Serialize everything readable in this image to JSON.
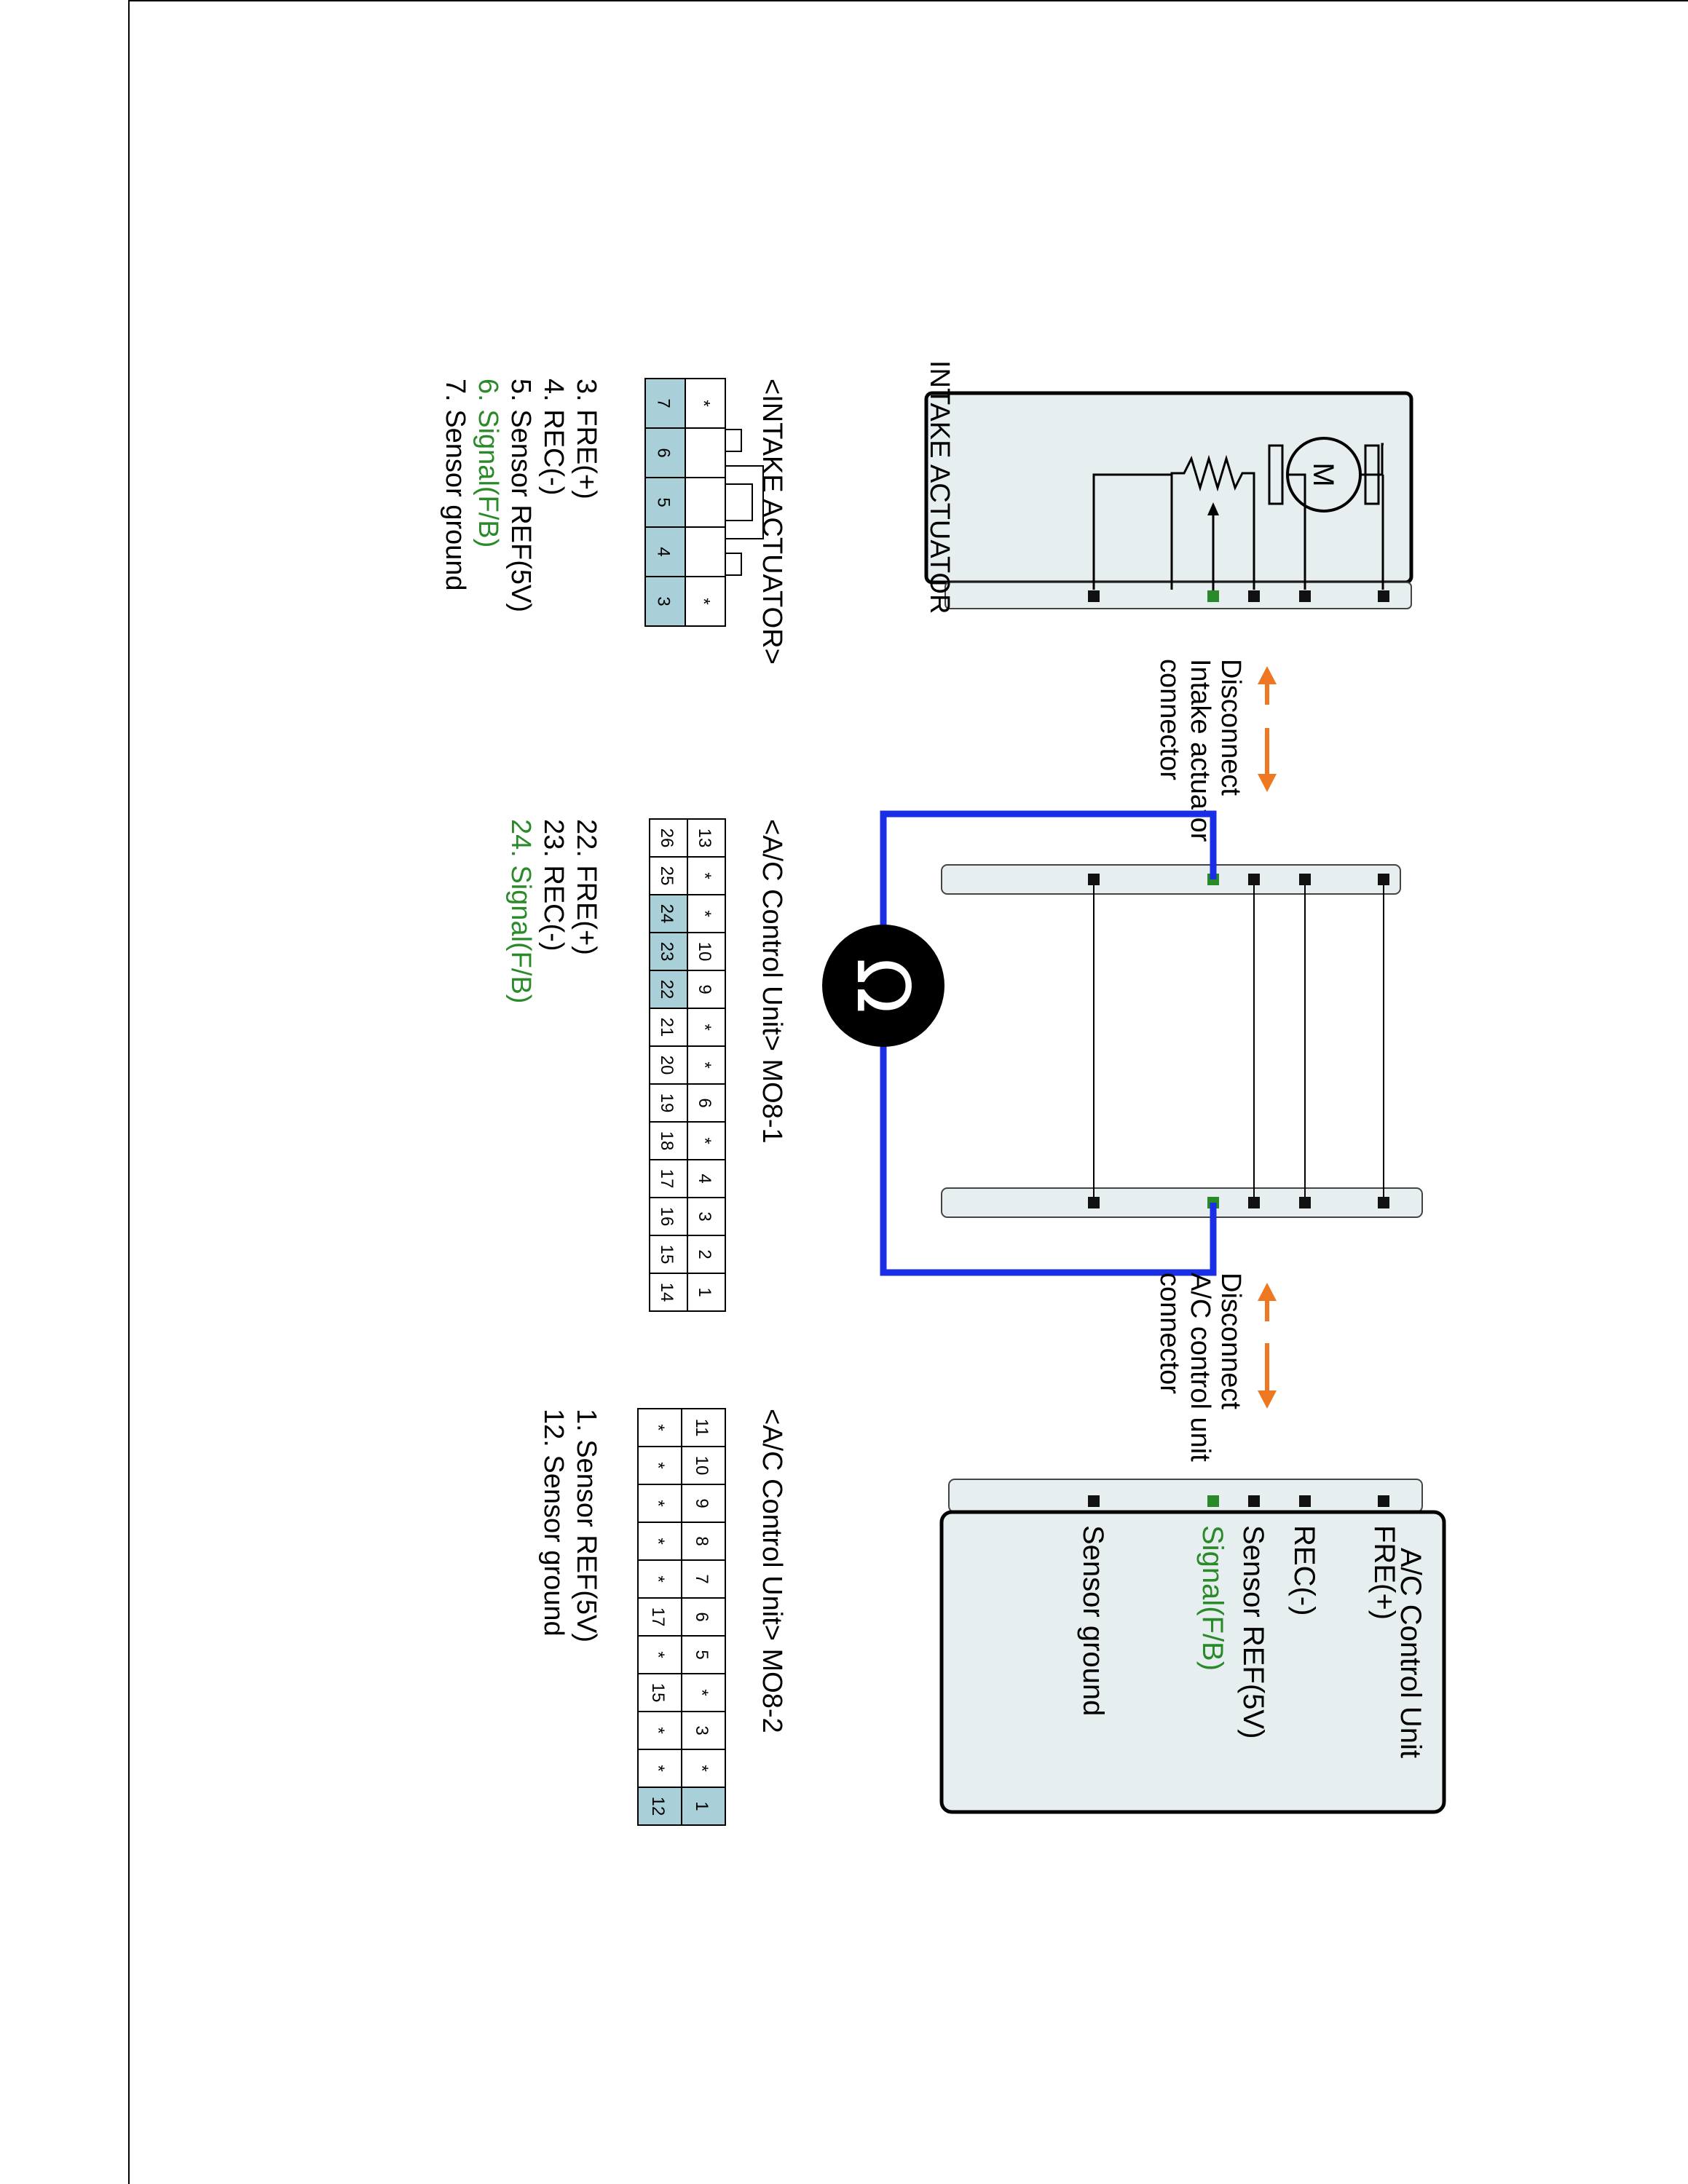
{
  "colors": {
    "box_fill": "#e7eeef",
    "pin_highlight": "#a9cfd8",
    "signal_green": "#2a8a2a",
    "meter_blue": "#1a2ee6",
    "arrow_orange": "#ee7722"
  },
  "intake_actuator": {
    "title": "INTAKE ACTUATOR",
    "motor_symbol": "M"
  },
  "disconnect_1": {
    "lines": [
      "Disconnect",
      "Intake actuator",
      "connector"
    ]
  },
  "disconnect_2": {
    "lines": [
      "Disconnect",
      "A/C control unit",
      "connector"
    ]
  },
  "meter_icon": "ohmmeter-icon",
  "ac_control_unit": {
    "title": "A/C Control Unit",
    "pins": [
      "FRE(+)",
      "REC(-)",
      "Sensor REF(5V)",
      "Signal(F/B)",
      "Sensor ground"
    ]
  },
  "intake_connector": {
    "title": "<INTAKE ACTUATOR>",
    "top_row": [
      "*",
      "",
      "",
      "",
      "*"
    ],
    "bottom_row": [
      "7",
      "6",
      "5",
      "4",
      "3"
    ],
    "legend": [
      "3. FRE(+)",
      "4.  REC(-)",
      "5. Sensor REF(5V)",
      "6. Signal(F/B)",
      "7. Sensor ground"
    ]
  },
  "mo8_1": {
    "title": "<A/C Control Unit> MO8-1",
    "row_top": [
      "13",
      "*",
      "*",
      "10",
      "9",
      "*",
      "*",
      "6",
      "*",
      "4",
      "3",
      "2",
      "1"
    ],
    "row_bottom": [
      "26",
      "25",
      "24",
      "23",
      "22",
      "21",
      "20",
      "19",
      "18",
      "17",
      "16",
      "15",
      "14"
    ],
    "legend": [
      "22. FRE(+)",
      "23. REC(-)",
      "24. Signal(F/B)"
    ]
  },
  "mo8_2": {
    "title": "<A/C Control Unit> MO8-2",
    "row_top": [
      "11",
      "10",
      "9",
      "8",
      "7",
      "6",
      "5",
      "*",
      "3",
      "*",
      "1"
    ],
    "row_bottom": [
      "*",
      "*",
      "*",
      "*",
      "*",
      "17",
      "*",
      "15",
      "*",
      "*",
      "12"
    ],
    "legend": [
      "1. Sensor REF(5V)",
      "12. Sensor ground"
    ]
  }
}
